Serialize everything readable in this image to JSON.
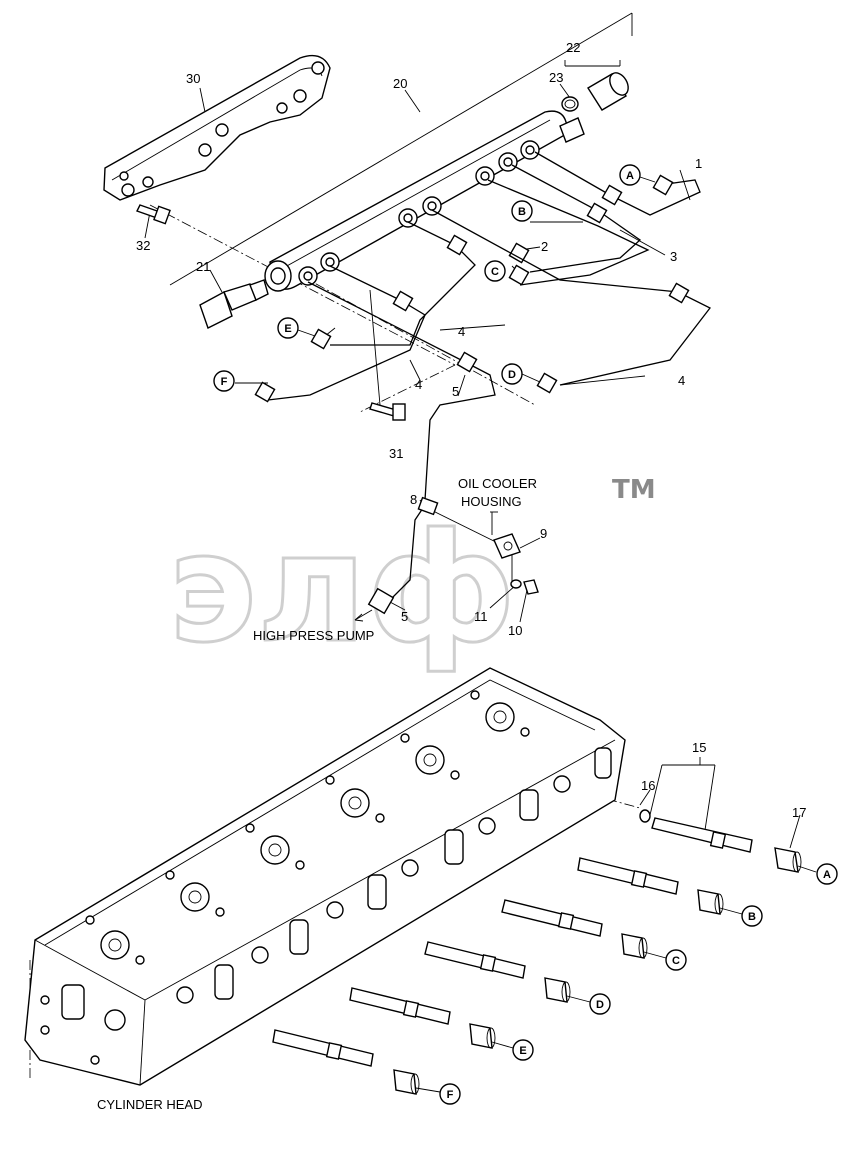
{
  "watermark": {
    "text": "элф",
    "trademark": "TM"
  },
  "callouts": {
    "c1": "1",
    "c2": "2",
    "c3": "3",
    "c4a": "4",
    "c4b": "4",
    "c4c": "4",
    "c5a": "5",
    "c5b": "5",
    "c8": "8",
    "c9": "9",
    "c10": "10",
    "c11": "11",
    "c15": "15",
    "c16": "16",
    "c17": "17",
    "c20": "20",
    "c21": "21",
    "c22": "22",
    "c23": "23",
    "c30": "30",
    "c31": "31",
    "c32": "32"
  },
  "connection_markers": {
    "top": {
      "A": "A",
      "B": "B",
      "C": "C",
      "D": "D",
      "E": "E",
      "F": "F"
    },
    "bottom": {
      "A": "A",
      "B": "B",
      "C": "C",
      "D": "D",
      "E": "E",
      "F": "F"
    }
  },
  "captions": {
    "oil_cooler_line1": "OIL COOLER",
    "oil_cooler_line2": "HOUSING",
    "high_press_pump": "HIGH PRESS PUMP",
    "cylinder_head": "CYLINDER HEAD"
  }
}
